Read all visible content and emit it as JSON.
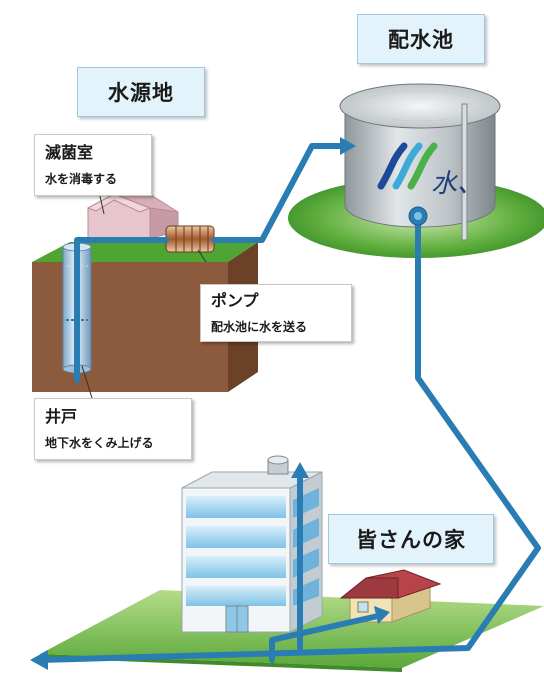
{
  "labels": {
    "water_source": "水源地",
    "distribution_reservoir": "配水池",
    "homes": "皆さんの家"
  },
  "callouts": {
    "sterilization_room": {
      "title": "滅菌室",
      "desc": "水を消毒する"
    },
    "pump": {
      "title": "ポンプ",
      "desc": "配水池に水を送る"
    },
    "well": {
      "title": "井戸",
      "desc": "地下水をくみ上げる"
    }
  },
  "tank_logo_text": "水、",
  "colors": {
    "pipe": "#2a7db3",
    "grass": "#3f9a2e",
    "soil": "#8c5a3c",
    "label_bg": "#e3f3fb",
    "tank": "#b9c1c6"
  }
}
